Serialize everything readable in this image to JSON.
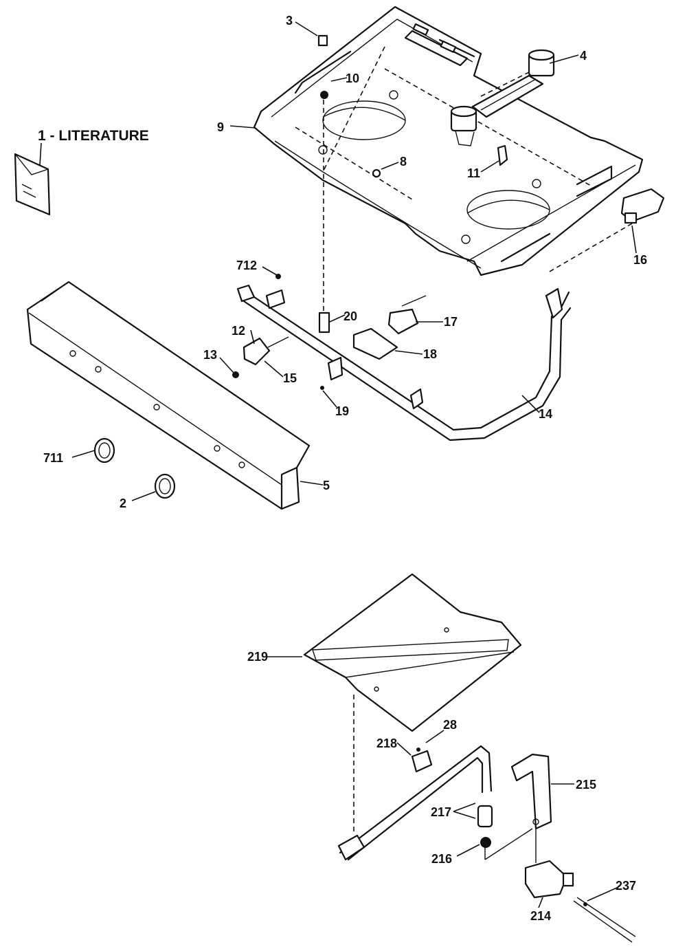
{
  "literature": {
    "label": "1 - LITERATURE",
    "icon": "literature-booklet-icon"
  },
  "callouts": {
    "c3": "3",
    "c4": "4",
    "c10": "10",
    "c9": "9",
    "c8": "8",
    "c11": "11",
    "c16": "16",
    "c712": "712",
    "c20": "20",
    "c17": "17",
    "c12": "12",
    "c18": "18",
    "c13": "13",
    "c15": "15",
    "c19": "19",
    "c14": "14",
    "c711": "711",
    "c5": "5",
    "c2": "2",
    "c219": "219",
    "c28": "28",
    "c218": "218",
    "c215": "215",
    "c217": "217",
    "c216": "216",
    "c237": "237",
    "c214": "214"
  }
}
